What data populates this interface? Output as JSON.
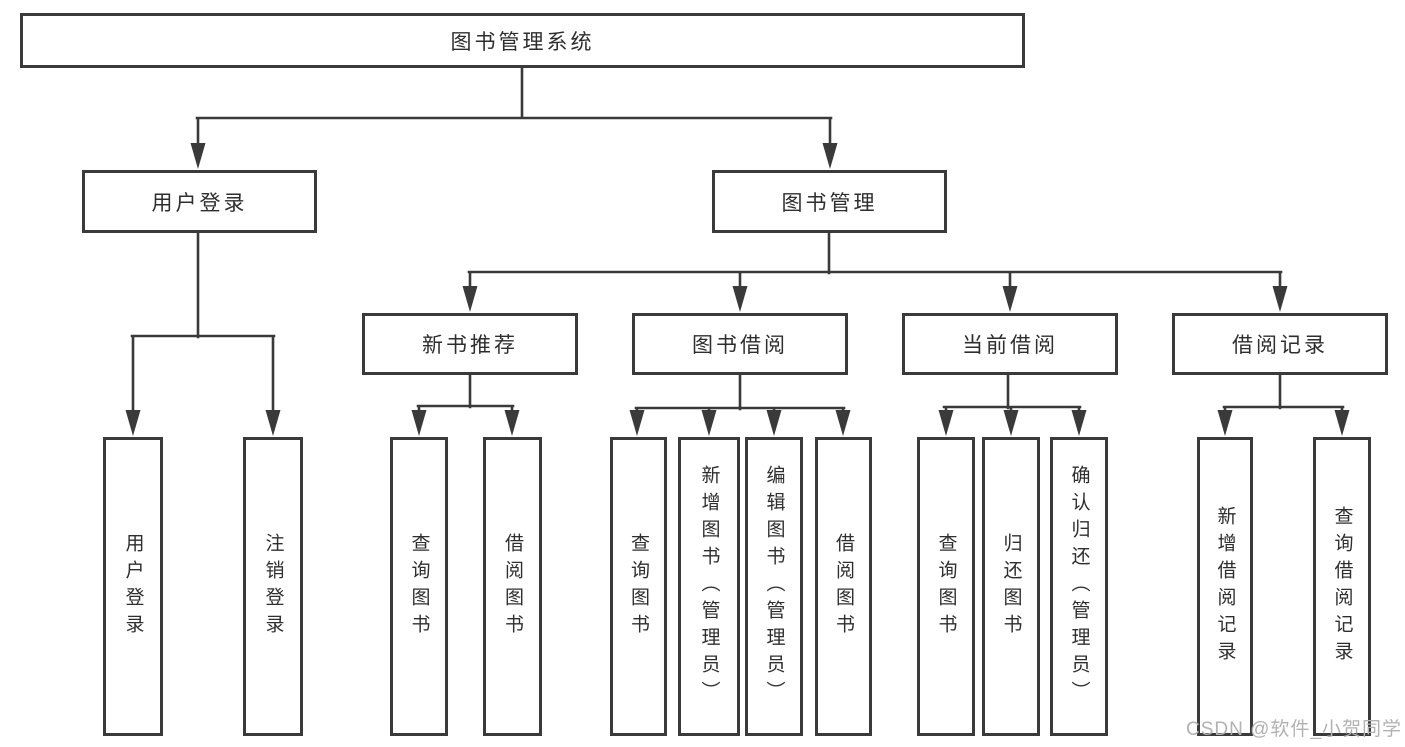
{
  "diagram_title": "图书管理系统",
  "watermark": "CSDN @软件_小贺同学",
  "colors": {
    "line": "#3a3a3a",
    "box_border": "#3a3a3a",
    "text": "#2e2e2e",
    "watermark": "#b2b2b2",
    "background": "#ffffff"
  },
  "tree": {
    "root": "图书管理系统",
    "children": [
      {
        "label": "用户登录",
        "leaves": [
          "用户登录",
          "注销登录"
        ]
      },
      {
        "label": "图书管理",
        "children": [
          {
            "label": "新书推荐",
            "leaves": [
              "查询图书",
              "借阅图书"
            ]
          },
          {
            "label": "图书借阅",
            "leaves": [
              "查询图书",
              "新增图书（管理员）",
              "编辑图书（管理员）",
              "借阅图书"
            ]
          },
          {
            "label": "当前借阅",
            "leaves": [
              "查询图书",
              "归还图书",
              "确认归还（管理员）"
            ]
          },
          {
            "label": "借阅记录",
            "leaves": [
              "新增借阅记录",
              "查询借阅记录"
            ]
          }
        ]
      }
    ]
  }
}
